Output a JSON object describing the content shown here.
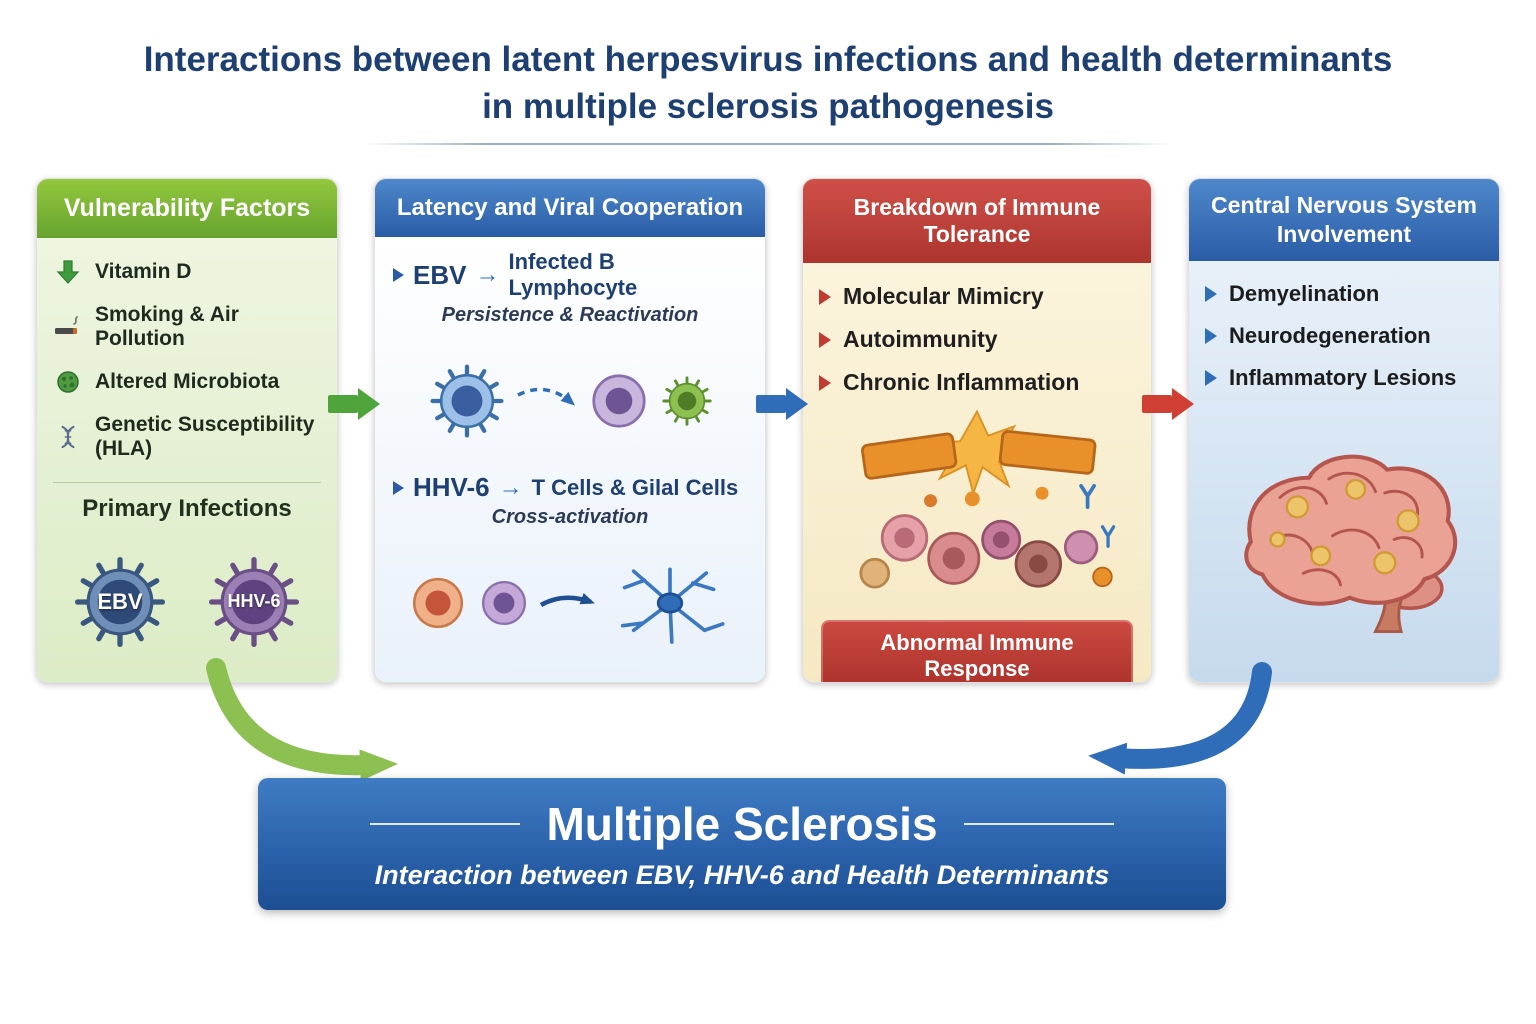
{
  "title": {
    "line1": "Interactions between latent herpesvirus infections and health determinants",
    "line2": "in multiple sclerosis pathogenesis"
  },
  "panels": {
    "vulnerability": {
      "header": "Vulnerability Factors",
      "items": [
        {
          "icon": "down-arrow-icon",
          "label": "Vitamin D"
        },
        {
          "icon": "cigarette-icon",
          "label": "Smoking & Air Pollution"
        },
        {
          "icon": "microbiota-icon",
          "label": "Altered Microbiota"
        },
        {
          "icon": "dna-icon",
          "label": "Genetic Susceptibility (HLA)"
        }
      ],
      "subheader": "Primary Infections",
      "viruses": [
        {
          "label": "EBV",
          "color": "#2e4a78"
        },
        {
          "label": "HHV-6",
          "color": "#5e4380"
        }
      ]
    },
    "latency": {
      "header": "Latency and Viral Cooperation",
      "rows": [
        {
          "virus": "EBV",
          "arrow": "→",
          "target": "Infected B Lymphocyte",
          "caption": "Persistence & Reactivation"
        },
        {
          "virus": "HHV-6",
          "arrow": "→",
          "target": "T Cells & Gilal Cells",
          "caption": "Cross-activation"
        }
      ]
    },
    "immune": {
      "header": "Breakdown of Immune Tolerance",
      "items": [
        "Molecular Mimicry",
        "Autoimmunity",
        "Chronic Inflammation"
      ],
      "badge": "Abnormal Immune Response"
    },
    "cns": {
      "header": "Central Nervous System Involvement",
      "items": [
        "Demyelination",
        "Neurodegeneration",
        "Inflammatory Lesions"
      ]
    }
  },
  "banner": {
    "title": "Multiple Sclerosis",
    "subtitle": "Interaction between EBV, HHV-6 and Health Determinants"
  },
  "flow_arrows": [
    {
      "from": "vulnerability",
      "to": "latency",
      "color": "#4fa53c"
    },
    {
      "from": "latency",
      "to": "immune",
      "color": "#2f6db8"
    },
    {
      "from": "immune",
      "to": "cns",
      "color": "#cf3f34"
    }
  ],
  "colors": {
    "title_navy": "#1d3f72",
    "green_header": "#66a32e",
    "blue_header": "#2a5ca6",
    "red_header": "#ac352e",
    "banner_blue": "#2a62ab"
  }
}
